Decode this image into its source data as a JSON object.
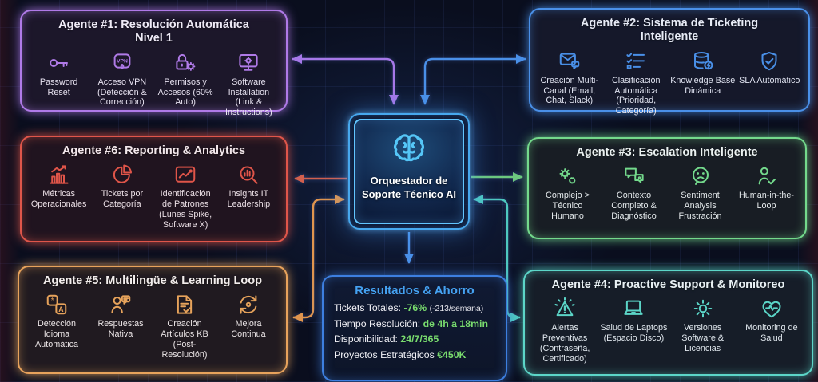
{
  "background": {
    "color": "#0a0e1e",
    "grid": true
  },
  "orchestrator": {
    "title": "Orquestador de Soporte Técnico AI",
    "icon": "brain-icon",
    "accent": "#55c6f7"
  },
  "agents": {
    "a1": {
      "title": "Agente #1: Resolución Automática Nivel 1",
      "accent": "#b07ae8",
      "items": [
        {
          "icon": "key-icon",
          "label": "Password Reset"
        },
        {
          "icon": "vpn-badge-icon",
          "label": "Acceso VPN (Detección & Corrección)"
        },
        {
          "icon": "lock-gear-icon",
          "label": "Permisos y Accesos (60% Auto)"
        },
        {
          "icon": "monitor-gear-icon",
          "label": "Software Installation (Link & Instructions)"
        }
      ]
    },
    "a2": {
      "title": "Agente #2: Sistema de Ticketing Inteligente",
      "accent": "#4a90e8",
      "items": [
        {
          "icon": "mail-chat-icon",
          "label": "Creación Multi-Canal (Email, Chat, Slack)"
        },
        {
          "icon": "checklist-icon",
          "label": "Clasificación Automática (Prioridad, Categoría)"
        },
        {
          "icon": "database-bolt-icon",
          "label": "Knowledge Base Dinámica"
        },
        {
          "icon": "shield-check-icon",
          "label": "SLA Automático"
        }
      ]
    },
    "a6": {
      "title": "Agente #6: Reporting & Analytics",
      "accent": "#e0564a",
      "items": [
        {
          "icon": "bar-chart-icon",
          "label": "Métricas Operacionales"
        },
        {
          "icon": "pie-chart-icon",
          "label": "Tickets por Categoría"
        },
        {
          "icon": "line-chart-icon",
          "label": "Identificación de Patrones (Lunes Spike, Software X)"
        },
        {
          "icon": "search-insights-icon",
          "label": "Insights IT Leadership"
        }
      ]
    },
    "a3": {
      "title": "Agente #3: Escalation Inteligente",
      "accent": "#74da8c",
      "items": [
        {
          "icon": "gears-icon",
          "label": "Complejo > Técnico Humano"
        },
        {
          "icon": "chat-bubbles-icon",
          "label": "Contexto Completo & Diagnóstico"
        },
        {
          "icon": "sad-face-icon",
          "label": "Sentiment Analysis Frustración"
        },
        {
          "icon": "person-check-icon",
          "label": "Human-in-the-Loop"
        }
      ]
    },
    "a5": {
      "title": "Agente #5: Multilingüe & Learning Loop",
      "accent": "#e8a35c",
      "items": [
        {
          "icon": "translate-icon",
          "label": "Detección Idioma Automática"
        },
        {
          "icon": "person-chat-icon",
          "label": "Respuestas Nativa"
        },
        {
          "icon": "doc-check-icon",
          "label": "Creación Artículos KB (Post-Resolución)"
        },
        {
          "icon": "refresh-icon",
          "label": "Mejora Continua"
        }
      ]
    },
    "a4": {
      "title": "Agente #4: Proactive Support & Monitoreo",
      "accent": "#5cd6c8",
      "items": [
        {
          "icon": "alert-triangle-icon",
          "label": "Alertas Preventivas (Contraseña, Certificado)"
        },
        {
          "icon": "laptop-icon",
          "label": "Salud de Laptops (Espacio Disco)"
        },
        {
          "icon": "gear-icon",
          "label": "Versiones Software & Licencias"
        },
        {
          "icon": "heart-pulse-icon",
          "label": "Monitoring de Salud"
        }
      ]
    }
  },
  "results": {
    "title": "Resultados & Ahorro",
    "accent": "#45a2f2",
    "value_color": "#79dc6e",
    "rows": [
      {
        "label": "Tickets Totales:",
        "value": "-76%",
        "note": "(-213/semana)"
      },
      {
        "label": "Tiempo Resolución:",
        "value": "de 4h a 18min",
        "note": ""
      },
      {
        "label": "Disponibilidad:",
        "value": "24/7/365",
        "note": ""
      },
      {
        "label": "Proyectos Estratégicos",
        "value": "€450K",
        "note": ""
      }
    ]
  },
  "connections": [
    {
      "from": "orquestador",
      "to": "agente-1",
      "color": "#a678e8",
      "bidirectional": true
    },
    {
      "from": "orquestador",
      "to": "agente-2",
      "color": "#4a90e8",
      "bidirectional": true
    },
    {
      "from": "orquestador",
      "to": "agente-6",
      "color": "#d2604e",
      "bidirectional": false
    },
    {
      "from": "orquestador",
      "to": "agente-3",
      "color": "#6cc87e",
      "bidirectional": false
    },
    {
      "from": "orquestador",
      "to": "agente-5",
      "color": "#e0954e",
      "bidirectional": true
    },
    {
      "from": "orquestador",
      "to": "agente-4",
      "color": "#4ec8c0",
      "bidirectional": true
    },
    {
      "from": "orquestador",
      "to": "resultados",
      "color": "#4a90e8",
      "bidirectional": false
    }
  ]
}
